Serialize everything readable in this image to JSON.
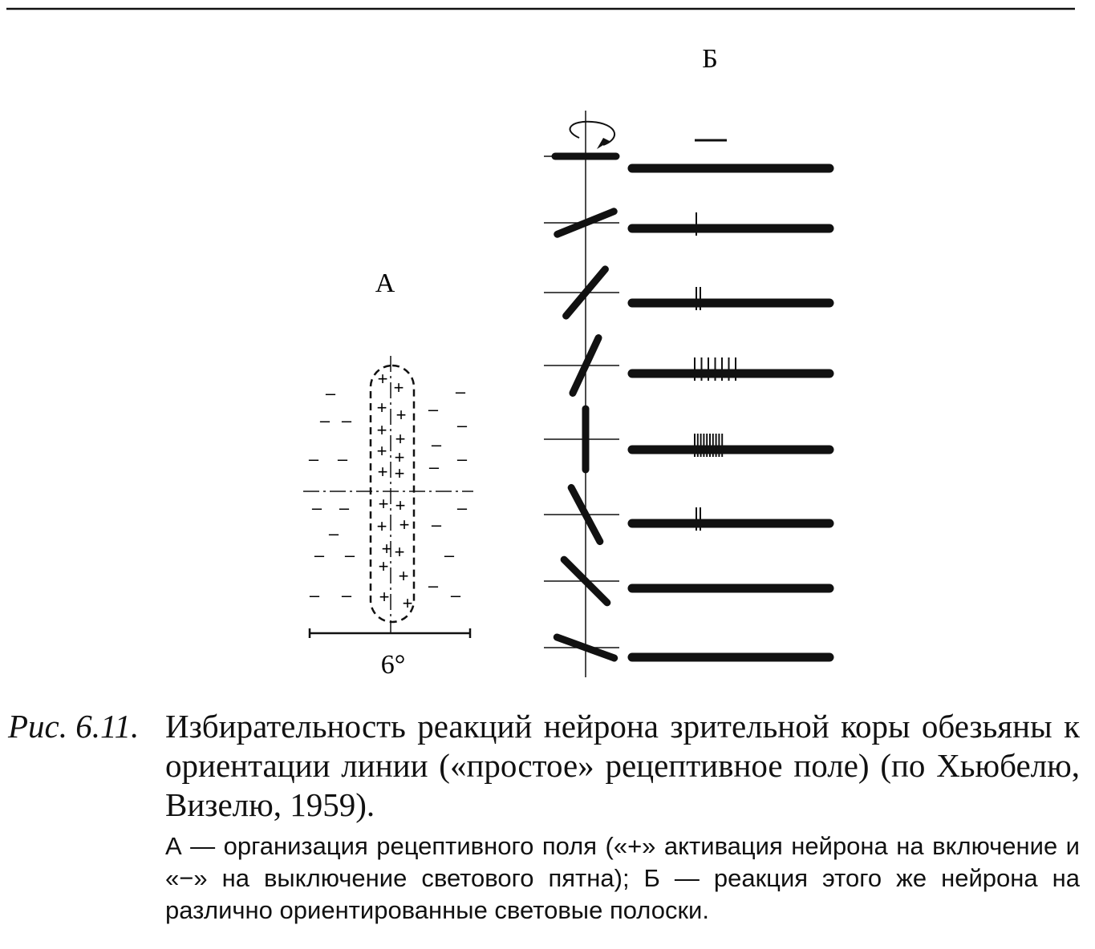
{
  "figure": {
    "panel_a": {
      "label": "А",
      "plus_sign": "+",
      "minus_sign": "–",
      "scale_label": "6°"
    },
    "panel_b": {
      "label": "Б",
      "rows": [
        {
          "angle": 0,
          "spikes": 0
        },
        {
          "angle": 22,
          "spikes": 1
        },
        {
          "angle": 50,
          "spikes": 2
        },
        {
          "angle": 65,
          "spikes": 7
        },
        {
          "angle": 90,
          "spikes": 10
        },
        {
          "angle": 118,
          "spikes": 2
        },
        {
          "angle": 135,
          "spikes": 0
        },
        {
          "angle": 160,
          "spikes": 0
        }
      ]
    }
  },
  "caption": {
    "fig_num": "Рис. 6.11.",
    "title": "Избирательность реакций нейрона зрительной коры обезьяны к ориентации линии («простое» рецептивное поле) (по Хьюбелю, Визелю, 1959).",
    "explanation": "А — организация рецептивного поля («+» активация нейрона на включение и «−» на выключение светового пятна); Б — реакция этого же нейрона на различно ориентированные световые полоски."
  }
}
